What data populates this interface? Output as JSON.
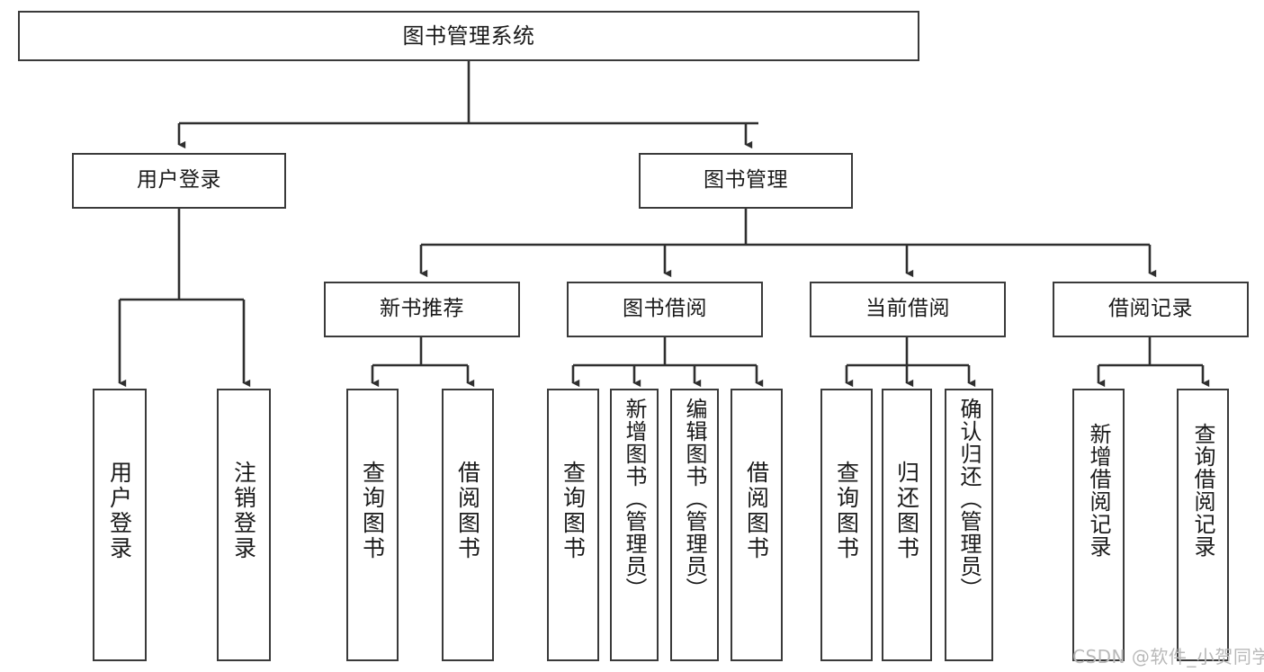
{
  "diagram": {
    "type": "tree",
    "title": "图书管理系统",
    "style": {
      "box_border_color": "#3a3a3a",
      "box_fill_color": "#ffffff",
      "connector_color": "#2f2f2f",
      "text_color": "#1a1a1a",
      "background_color": "#ffffff"
    },
    "levels": {
      "level1": [
        "图书管理系统"
      ],
      "level2": [
        "用户登录",
        "图书管理"
      ],
      "level3": [
        "新书推荐",
        "图书借阅",
        "当前借阅",
        "借阅记录"
      ],
      "level4": [
        "用户登录",
        "注销登录",
        "查询图书",
        "借阅图书",
        "查询图书",
        "新增图书（管理员）",
        "编辑图书（管理员）",
        "借阅图书",
        "查询图书",
        "归还图书",
        "确认归还（管理员）",
        "新增借阅记录",
        "查询借阅记录"
      ]
    },
    "nodes": {
      "root": {
        "label": "图书管理系统"
      },
      "user_login": {
        "label": "用户登录"
      },
      "book_manage": {
        "label": "图书管理"
      },
      "new_book_rec": {
        "label": "新书推荐"
      },
      "book_borrow": {
        "label": "图书借阅"
      },
      "current_borrow": {
        "label": "当前借阅"
      },
      "borrow_record": {
        "label": "借阅记录"
      },
      "leaf_user_login": {
        "label": "用户登录"
      },
      "leaf_logout": {
        "label": "注销登录"
      },
      "leaf_query_book_1": {
        "label": "查询图书"
      },
      "leaf_borrow_book_1": {
        "label": "借阅图书"
      },
      "leaf_query_book_2": {
        "label": "查询图书"
      },
      "leaf_add_book": {
        "label": "新增图书（管理员）"
      },
      "leaf_edit_book": {
        "label": "编辑图书（管理员）"
      },
      "leaf_borrow_book_2": {
        "label": "借阅图书"
      },
      "leaf_query_book_3": {
        "label": "查询图书"
      },
      "leaf_return_book": {
        "label": "归还图书"
      },
      "leaf_confirm_return": {
        "label": "确认归还（管理员）"
      },
      "leaf_add_record": {
        "label": "新增借阅记录"
      },
      "leaf_query_record": {
        "label": "查询借阅记录"
      }
    },
    "edges": [
      {
        "from": "root",
        "to": "user_login"
      },
      {
        "from": "root",
        "to": "book_manage"
      },
      {
        "from": "user_login",
        "to": "leaf_user_login"
      },
      {
        "from": "user_login",
        "to": "leaf_logout"
      },
      {
        "from": "book_manage",
        "to": "new_book_rec"
      },
      {
        "from": "book_manage",
        "to": "book_borrow"
      },
      {
        "from": "book_manage",
        "to": "current_borrow"
      },
      {
        "from": "book_manage",
        "to": "borrow_record"
      },
      {
        "from": "new_book_rec",
        "to": "leaf_query_book_1"
      },
      {
        "from": "new_book_rec",
        "to": "leaf_borrow_book_1"
      },
      {
        "from": "book_borrow",
        "to": "leaf_query_book_2"
      },
      {
        "from": "book_borrow",
        "to": "leaf_add_book"
      },
      {
        "from": "book_borrow",
        "to": "leaf_edit_book"
      },
      {
        "from": "book_borrow",
        "to": "leaf_borrow_book_2"
      },
      {
        "from": "current_borrow",
        "to": "leaf_query_book_3"
      },
      {
        "from": "current_borrow",
        "to": "leaf_return_book"
      },
      {
        "from": "current_borrow",
        "to": "leaf_confirm_return"
      },
      {
        "from": "borrow_record",
        "to": "leaf_add_record"
      },
      {
        "from": "borrow_record",
        "to": "leaf_query_record"
      }
    ]
  },
  "watermark": {
    "text": "CSDN @软件_小贺同学"
  }
}
